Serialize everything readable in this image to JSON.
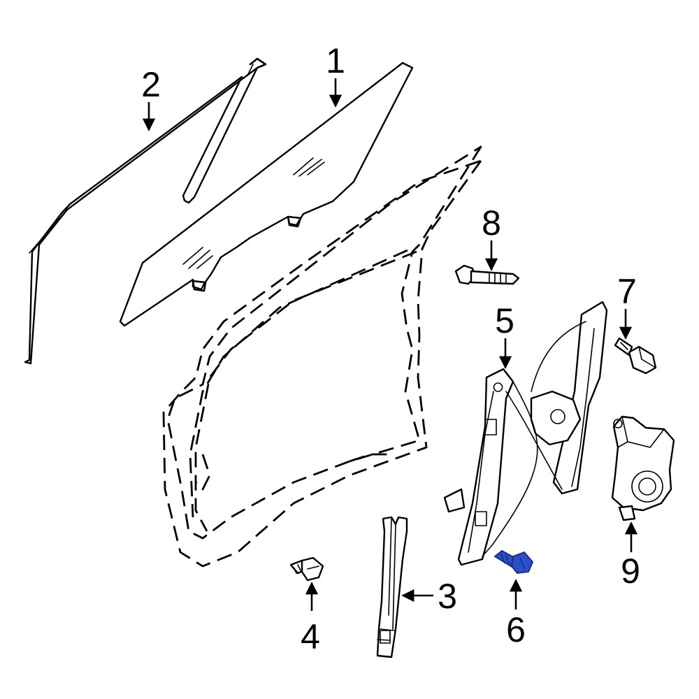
{
  "diagram": {
    "callouts": {
      "c1": "1",
      "c2": "2",
      "c3": "3",
      "c4": "4",
      "c5": "5",
      "c6": "6",
      "c7": "7",
      "c8": "8",
      "c9": "9"
    },
    "colors": {
      "line": "#000000",
      "background": "#ffffff",
      "highlight": "#2b4fc8",
      "highlight_dark": "#1a2f85"
    }
  }
}
